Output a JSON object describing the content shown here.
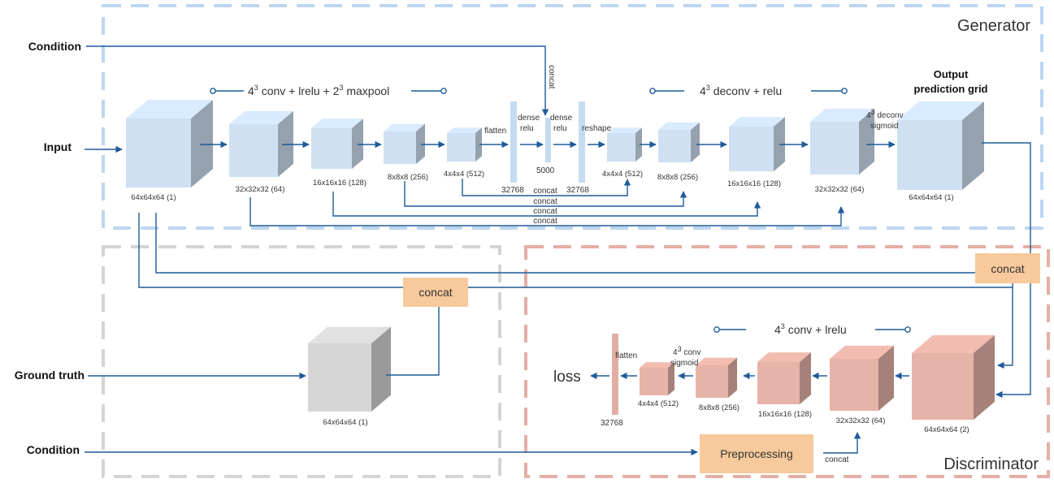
{
  "sections": {
    "generator": "Generator",
    "discriminator": "Discriminator"
  },
  "inputs": {
    "condition_top": "Condition",
    "input": "Input",
    "ground_truth": "Ground truth",
    "condition_bottom": "Condition"
  },
  "generator": {
    "enc_header": {
      "pre": "4",
      "sup": "3",
      "post": " conv + lrelu + 2",
      "sup2": "3",
      "post2": " maxpool"
    },
    "dec_header": {
      "pre": "4",
      "sup": "3",
      "post": " deconv + relu"
    },
    "output_title_1": "Output",
    "output_title_2": "prediction grid",
    "enc_dims": [
      "64x64x64 (1)",
      "32x32x32 (64)",
      "16x16x16 (128)",
      "8x8x8 (256)",
      "4x4x4 (512)"
    ],
    "dec_dims": [
      "4x4x4 (512)",
      "8x8x8 (256)",
      "16x16x16 (128)",
      "32x32x32 (64)",
      "64x64x64 (1)"
    ],
    "flatten": "flatten",
    "dense1": [
      "dense",
      "relu"
    ],
    "dense2": [
      "dense",
      "relu"
    ],
    "reshape": "reshape",
    "n32768a": "32768",
    "n5000": "5000",
    "n32768b": "32768",
    "concat_top": "concat",
    "last_deconv": {
      "pre": "4",
      "sup": "3",
      "post": " deconv",
      "line2": "sigmoid"
    },
    "skip_concats": [
      "concat",
      "concat",
      "concat",
      "concat"
    ]
  },
  "middle": {
    "concat_label": "concat",
    "gt_dim": "64x64x64 (1)"
  },
  "discriminator": {
    "concat_label": "concat",
    "header": {
      "pre": "4",
      "sup": "3",
      "post": " conv + lrelu"
    },
    "dims": [
      "64x64x64 (2)",
      "32x32x32 (64)",
      "16x16x16 (128)",
      "8x8x8 (256)",
      "4x4x4 (512)"
    ],
    "sigmoid": {
      "pre": "4",
      "sup": "3",
      "post": " conv",
      "line2": "sigmoid"
    },
    "flatten": "flatten",
    "n32768": "32768",
    "loss": "loss",
    "preprocessing": "Preprocessing",
    "preproc_concat": "concat"
  },
  "colors": {
    "blue_box": "#8bb7e0",
    "gray_box": "#c8c8c8",
    "red_box": "#e8a99b",
    "arrow": "#1f5a99",
    "cube_blue": "#cfe0f2",
    "cube_gray": "#d6d6d6",
    "cube_red": "#e6b3a8",
    "concat_fill": "#f7c99c"
  }
}
